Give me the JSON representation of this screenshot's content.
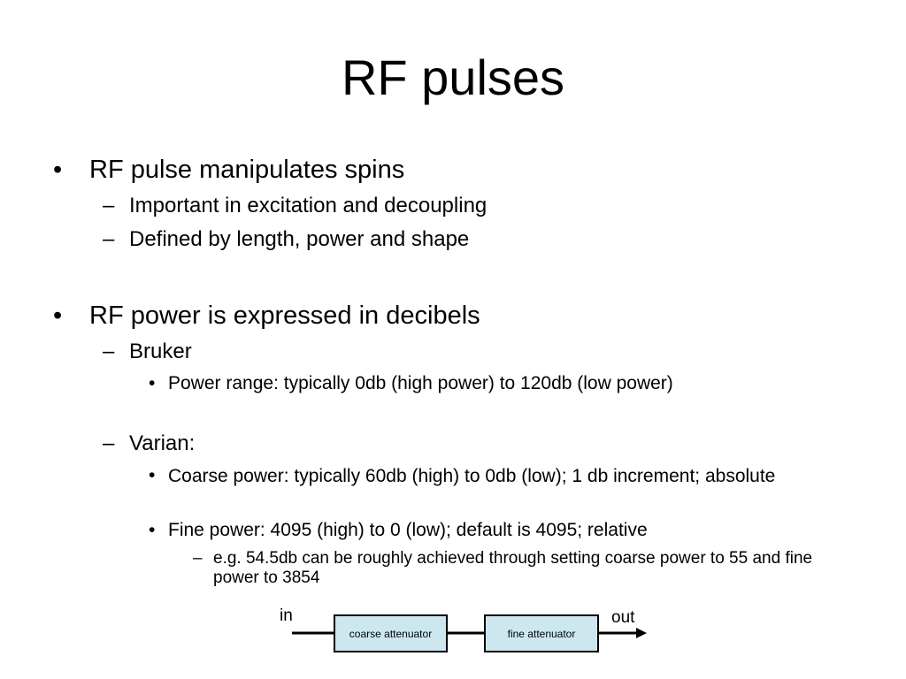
{
  "title": "RF pulses",
  "bullets": {
    "b1": {
      "mark": "•",
      "text": "RF pulse manipulates spins",
      "sub": [
        {
          "mark": "–",
          "text": "Important in excitation and decoupling"
        },
        {
          "mark": "–",
          "text": "Defined by length, power and shape"
        }
      ]
    },
    "b2": {
      "mark": "•",
      "text": "RF power is expressed in decibels",
      "bruker": {
        "mark": "–",
        "text": "Bruker",
        "items": [
          {
            "mark": "•",
            "text": "Power range: typically 0db (high power) to 120db (low power)"
          }
        ]
      },
      "varian": {
        "mark": "–",
        "text": "Varian:",
        "items": [
          {
            "mark": "•",
            "text": "Coarse power: typically 60db (high) to 0db (low); 1 db increment; absolute"
          },
          {
            "mark": "•",
            "text": "Fine power: 4095 (high) to 0 (low); default is 4095; relative"
          }
        ],
        "example": {
          "mark": "–",
          "text": "e.g. 54.5db can be roughly achieved through setting coarse power to 55 and fine power to 3854"
        }
      }
    }
  },
  "diagram": {
    "in_label": "in",
    "out_label": "out",
    "box1_label": "coarse attenuator",
    "box2_label": "fine attenuator",
    "box_fill": "#cce8ee",
    "line_color": "#000000"
  }
}
